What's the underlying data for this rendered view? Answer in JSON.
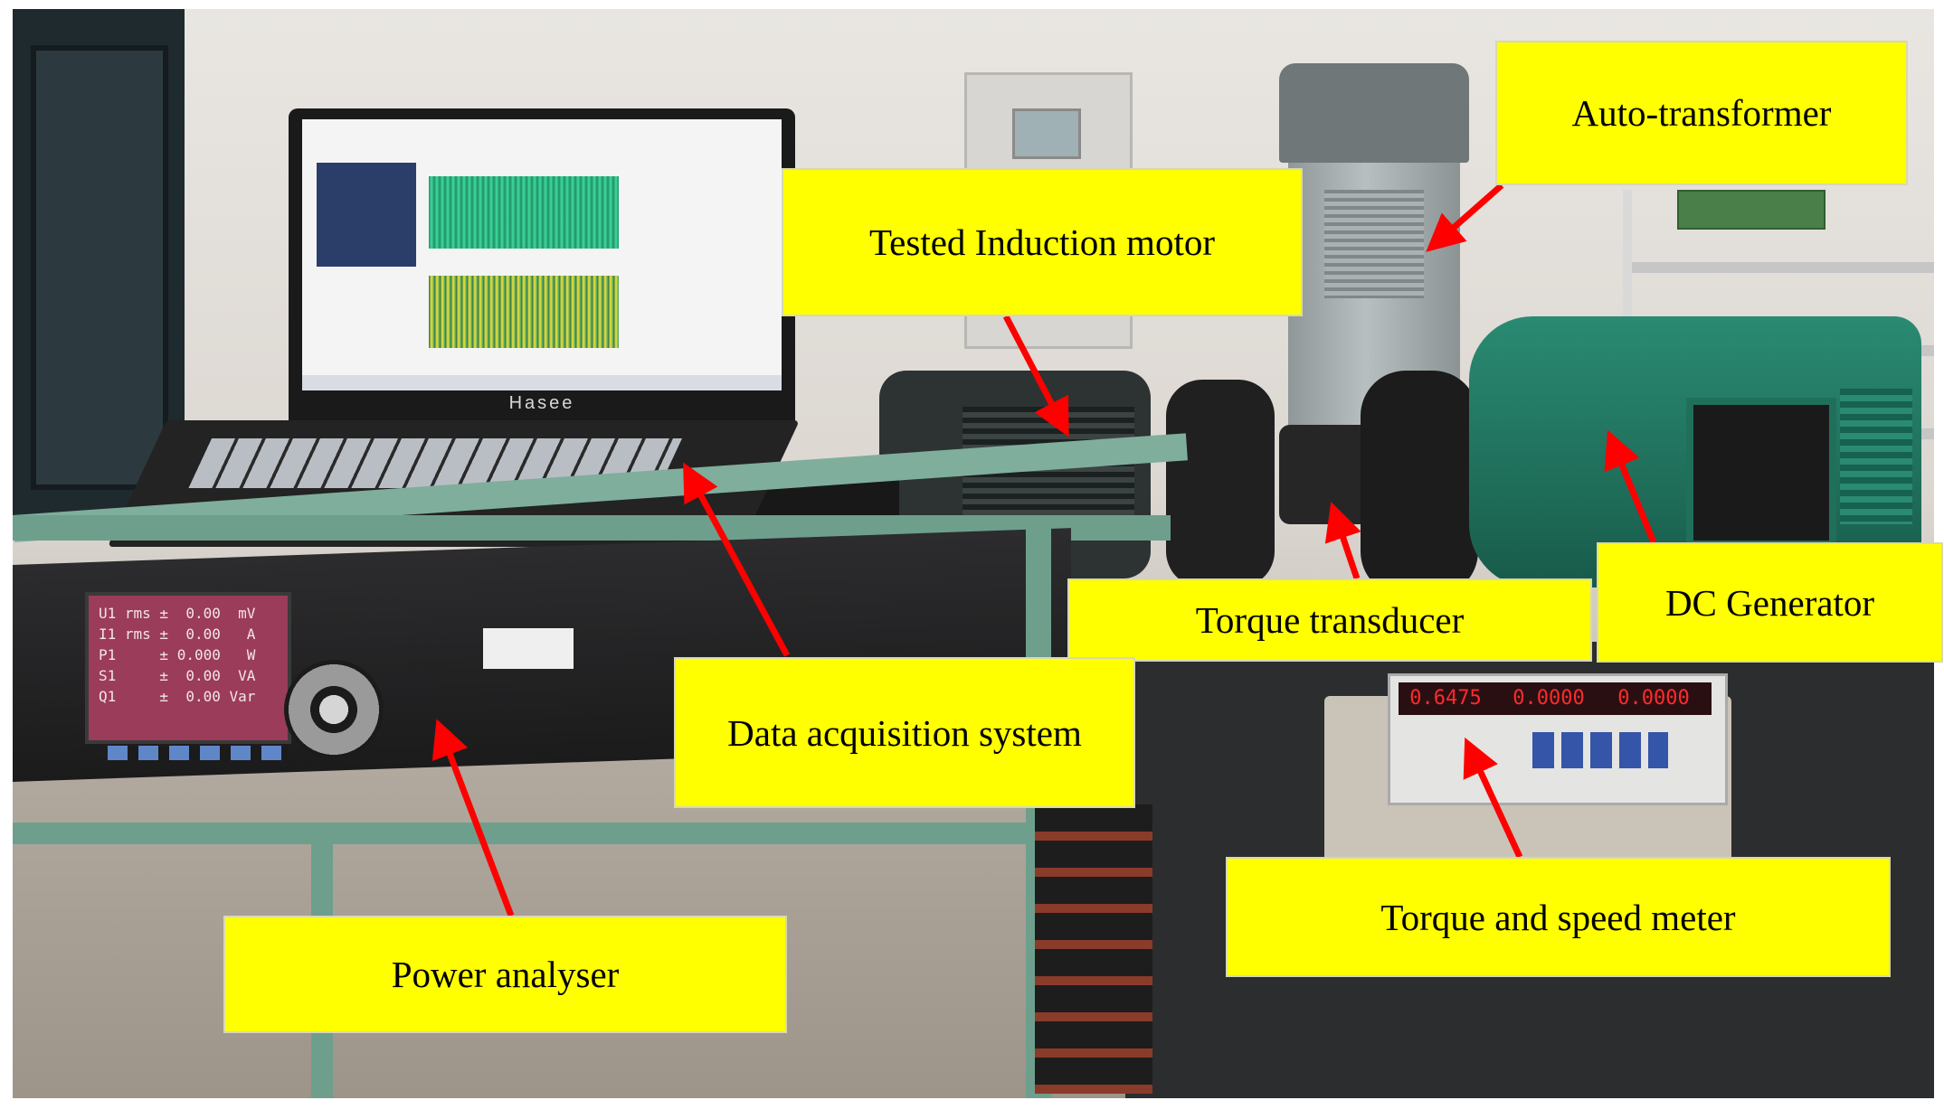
{
  "labels": {
    "auto_transformer": "Auto-transformer",
    "tested_induction_motor": "Tested Induction motor",
    "dc_generator": "DC Generator",
    "torque_transducer": "Torque transducer",
    "data_acquisition_system": "Data acquisition system",
    "torque_and_speed_meter": "Torque and speed meter",
    "power_analyser": "Power analyser"
  },
  "laptop": {
    "brand": "Hasee"
  },
  "meter_readings": [
    "0.6475",
    "0.0000",
    "0.0000"
  ],
  "power_analyser_screen": {
    "rows": [
      "U1 rms ±  0.00  mV",
      "I1 rms ±  0.00   A",
      "P1     ± 0.000   W",
      "S1     ±  0.00  VA",
      "Q1     ±  0.00 Var"
    ]
  },
  "colors": {
    "label_background": "#ffff00",
    "arrow": "#ff0000"
  }
}
